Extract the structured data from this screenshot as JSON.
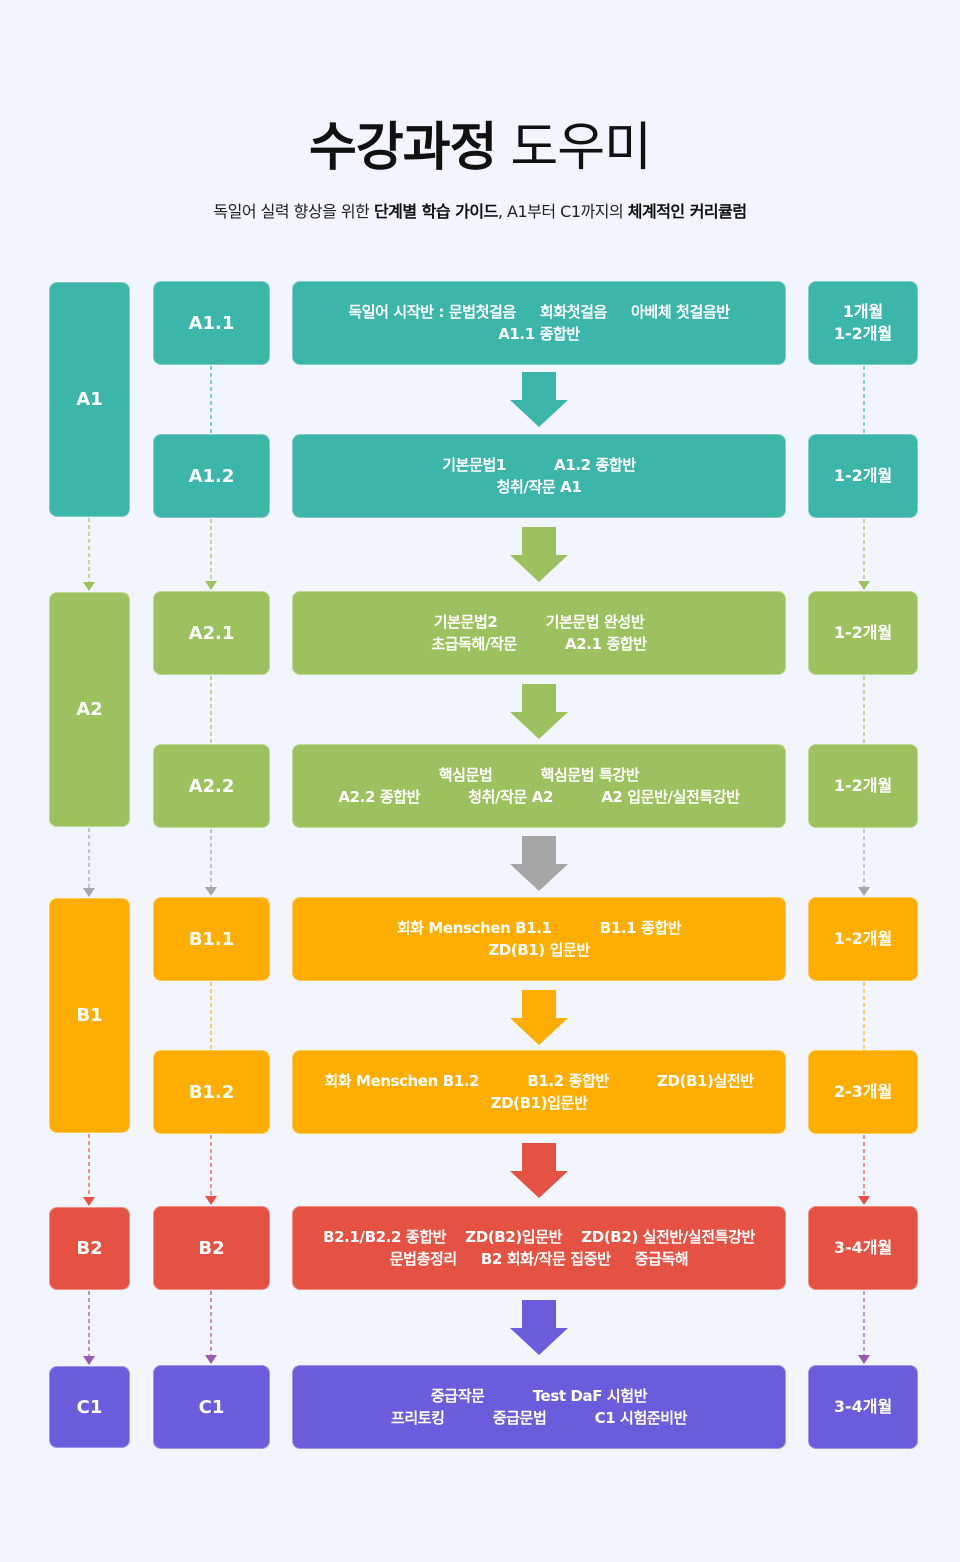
{
  "header": {
    "title_bold": "수강과정",
    "title_light": "도우미",
    "subtitle_parts": [
      {
        "text": "독일어 실력 향상을 위한 ",
        "bold": false
      },
      {
        "text": "단계별 학습 가이드",
        "bold": true
      },
      {
        "text": ", A1부터 C1까지의 ",
        "bold": false
      },
      {
        "text": "체계적인 커리큘럼",
        "bold": true
      }
    ]
  },
  "colors": {
    "A1": "#3db6aa",
    "A2": "#9dc15e",
    "B1": "#ffae00",
    "B2": "#e55244",
    "C1": "#6a5cdb",
    "transition_gray": "#a6a6a6",
    "background": "#f2f5fd"
  },
  "levels": [
    {
      "label": "A1",
      "color_key": "A1"
    },
    {
      "label": "A2",
      "color_key": "A2"
    },
    {
      "label": "B1",
      "color_key": "B1"
    },
    {
      "label": "B2",
      "color_key": "B2"
    },
    {
      "label": "C1",
      "color_key": "C1"
    }
  ],
  "rows": [
    {
      "sublevel": "A1.1",
      "courses": [
        "독일어 시작반 : 문법첫걸음     회화첫걸음     아베체 첫걸음반",
        "A1.1 종합반"
      ],
      "duration": [
        "1개월",
        "1-2개월"
      ]
    },
    {
      "sublevel": "A1.2",
      "courses": [
        "기본문법1          A1.2 종합반",
        "청취/작문 A1"
      ],
      "duration": [
        "1-2개월"
      ]
    },
    {
      "sublevel": "A2.1",
      "courses": [
        "기본문법2          기본문법 완성반",
        "초급독해/작문          A2.1 종합반"
      ],
      "duration": [
        "1-2개월"
      ]
    },
    {
      "sublevel": "A2.2",
      "courses": [
        "핵심문법          핵심문법 특강반",
        "A2.2 종합반          청취/작문 A2          A2 입문반/실전특강반"
      ],
      "duration": [
        "1-2개월"
      ]
    },
    {
      "sublevel": "B1.1",
      "courses": [
        "회화 Menschen B1.1          B1.1 종합반",
        "ZD(B1) 입문반"
      ],
      "duration": [
        "1-2개월"
      ]
    },
    {
      "sublevel": "B1.2",
      "courses": [
        "회화 Menschen B1.2          B1.2 종합반          ZD(B1)실전반",
        "ZD(B1)입문반"
      ],
      "duration": [
        "2-3개월"
      ]
    },
    {
      "sublevel": "B2",
      "courses": [
        "B2.1/B2.2 종합반    ZD(B2)입문반    ZD(B2) 실전반/실전특강반",
        "문법총정리     B2 회화/작문 집중반     중급독해"
      ],
      "duration": [
        "3-4개월"
      ]
    },
    {
      "sublevel": "C1",
      "courses": [
        "중급작문          Test DaF 시험반",
        "프리토킹          중급문법          C1 시험준비반"
      ],
      "duration": [
        "3-4개월"
      ]
    }
  ]
}
